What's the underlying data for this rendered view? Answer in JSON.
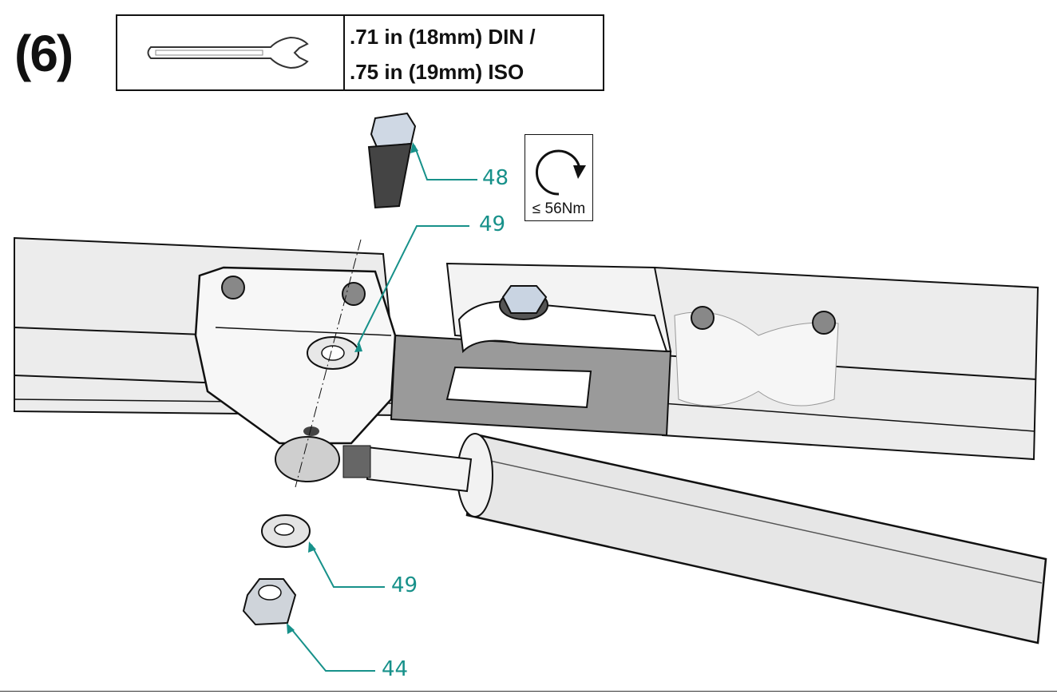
{
  "step": {
    "label": "(6)"
  },
  "tool": {
    "icon": "open-end-wrench-icon",
    "spec_line1": ".71 in (18mm) DIN /",
    "spec_line2": ".75 in (19mm) ISO"
  },
  "torque": {
    "icon": "clockwise-rotation-icon",
    "value": "≤ 56Nm"
  },
  "callouts": [
    {
      "part": "48"
    },
    {
      "part": "49"
    },
    {
      "part": "49"
    },
    {
      "part": "44"
    }
  ],
  "colors": {
    "callout": "#17918a",
    "line": "#111111",
    "part_shade": "#cfcfcf"
  }
}
